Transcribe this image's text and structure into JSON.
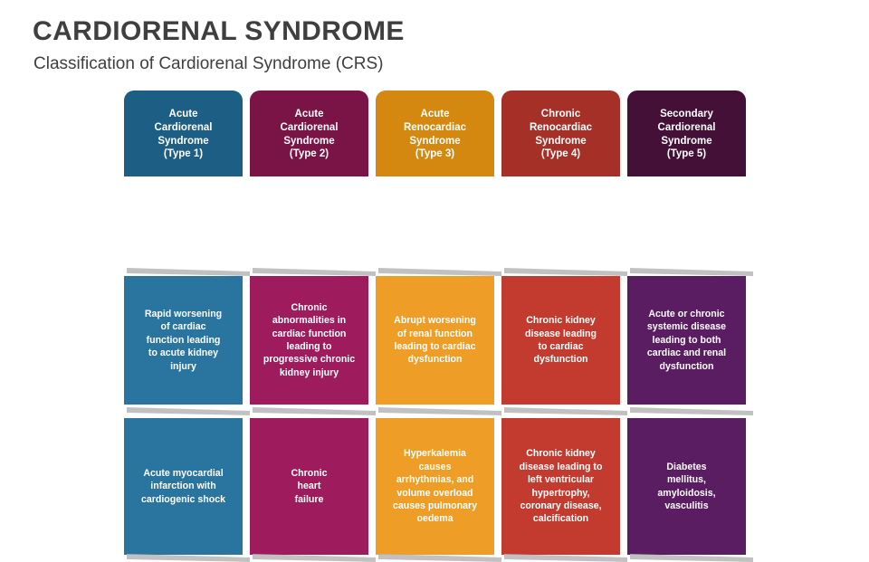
{
  "slide": {
    "title": "CARDIORENAL SYNDROME",
    "subtitle": "Classification of Cardiorenal Syndrome (CRS)",
    "background_color": "#FFFFFF",
    "title_color": "#3F3F3F"
  },
  "columns": [
    {
      "header": "Acute\nCardiorenal\nSyndrome\n(Type 1)",
      "header_color": "#1D5E84",
      "body_color": "#2A74A0",
      "definition": "Rapid worsening\nof cardiac\nfunction leading\nto acute kidney\ninjury",
      "example": "Acute myocardial\ninfarction with\ncardiogenic shock"
    },
    {
      "header": "Acute\nCardiorenal\nSyndrome\n(Type 2)",
      "header_color": "#7B1446",
      "body_color": "#9E1B5E",
      "definition": "Chronic\nabnormalities in\ncardiac function\nleading to\nprogressive chronic\nkidney injury",
      "example": "Chronic\nheart\nfailure"
    },
    {
      "header": "Acute\nRenocardiac\nSyndrome\n(Type 3)",
      "header_color": "#D4880F",
      "body_color": "#EE9D26",
      "definition": "Abrupt worsening\nof renal function\nleading to cardiac\ndysfunction",
      "example": "Hyperkalemia\ncauses\narrhythmias, and\nvolume overload\ncauses pulmonary\noedema"
    },
    {
      "header": "Chronic\nRenocardiac\nSyndrome\n(Type 4)",
      "header_color": "#A53027",
      "body_color": "#C23B2E",
      "definition": "Chronic kidney\ndisease leading\nto cardiac\ndysfunction",
      "example": "Chronic kidney\ndisease leading to\nleft ventricular\nhypertrophy,\ncoronary disease,\ncalcification"
    },
    {
      "header": "Secondary\nCardiorenal\nSyndrome\n(Type 5)",
      "header_color": "#441038",
      "body_color": "#5B1D62",
      "definition": "Acute or chronic\nsystemic disease\nleading to both\ncardiac and renal\ndysfunction",
      "example": "Diabetes\nmellitus,\namyloidosis,\nvasculitis"
    }
  ]
}
